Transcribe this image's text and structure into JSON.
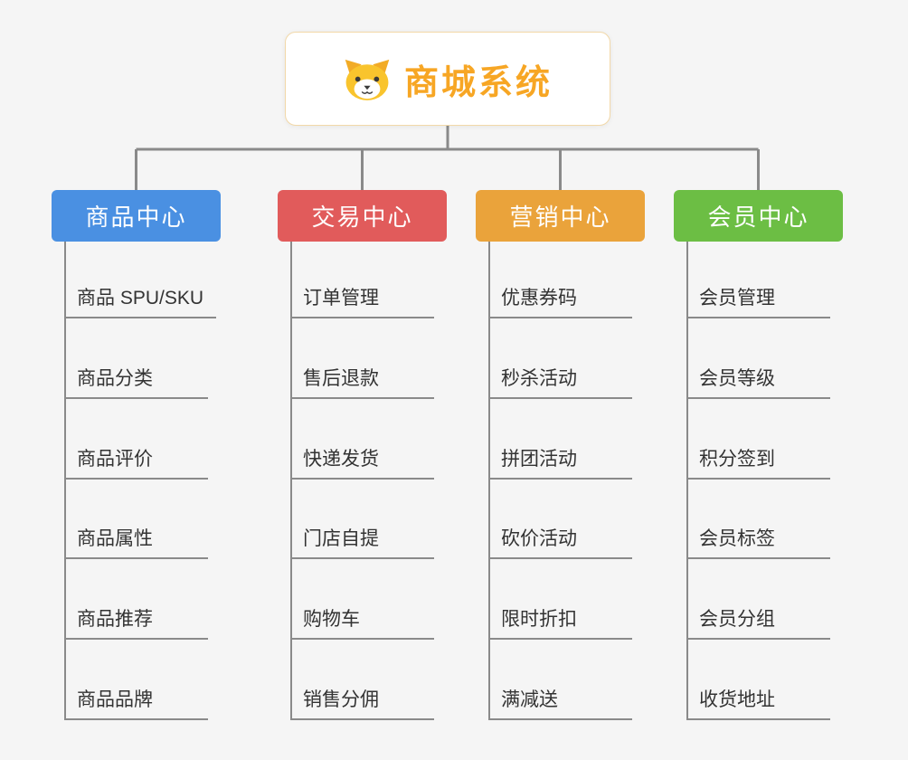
{
  "background_color": "#f5f5f5",
  "connector_color": "#8a8a8a",
  "root": {
    "label": "商城系统",
    "icon": "shiba-dog-face-icon",
    "text_color": "#f7a624",
    "border_color": "#f2d8a8",
    "icon_color": "#f9c42d"
  },
  "branches": [
    {
      "label": "商品中心",
      "color": "#4a90e2",
      "children": [
        "商品 SPU/SKU",
        "商品分类",
        "商品评价",
        "商品属性",
        "商品推荐",
        "商品品牌"
      ]
    },
    {
      "label": "交易中心",
      "color": "#e15b5b",
      "children": [
        "订单管理",
        "售后退款",
        "快递发货",
        "门店自提",
        "购物车",
        "销售分佣"
      ]
    },
    {
      "label": "营销中心",
      "color": "#eaa33b",
      "children": [
        "优惠券码",
        "秒杀活动",
        "拼团活动",
        "砍价活动",
        "限时折扣",
        "满减送"
      ]
    },
    {
      "label": "会员中心",
      "color": "#6cbe44",
      "children": [
        "会员管理",
        "会员等级",
        "积分签到",
        "会员标签",
        "会员分组",
        "收货地址"
      ]
    }
  ]
}
